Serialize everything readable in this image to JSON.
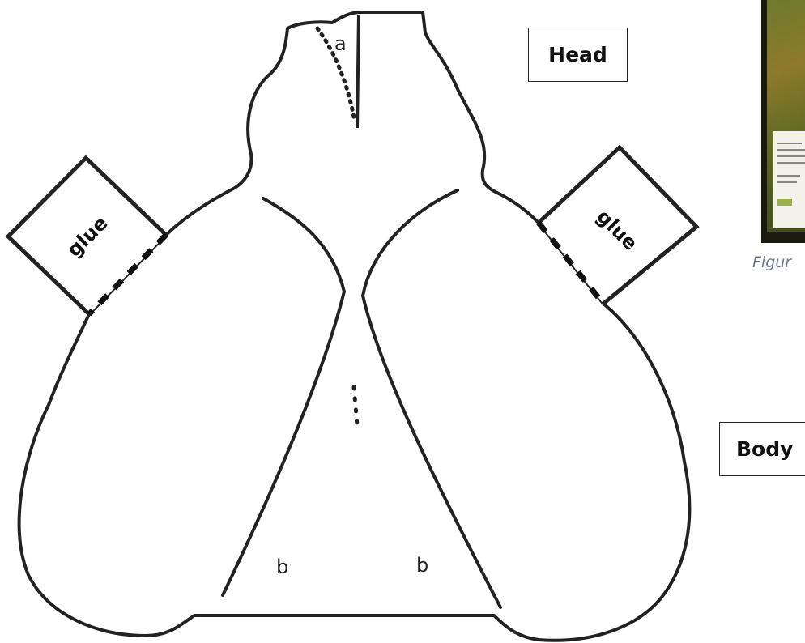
{
  "labels": {
    "head": "Head",
    "body": "Body",
    "glue_left": "glue",
    "glue_right": "glue",
    "fold_a": "a",
    "fold_b_left": "b",
    "fold_b_right": "b"
  },
  "figure_caption": "Figur",
  "colors": {
    "outline": "#222222",
    "caption": "#6b7a90",
    "photo_frame": "#1b1a10"
  }
}
